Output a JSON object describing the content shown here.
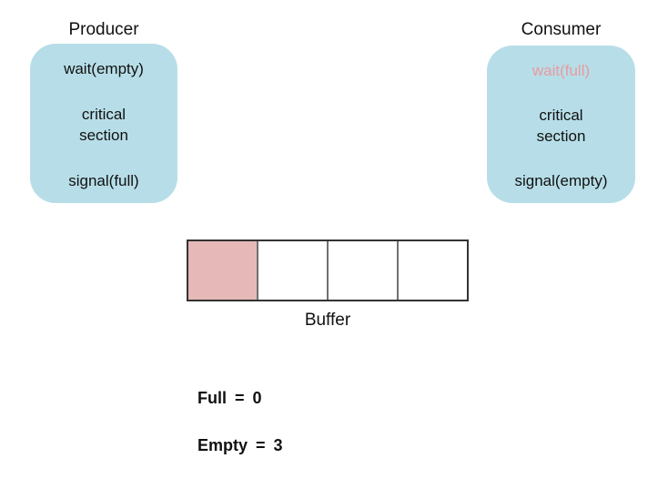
{
  "producer": {
    "title": "Producer",
    "steps": [
      {
        "label": "wait(empty)",
        "highlighted": false
      },
      {
        "label": "critical\nsection",
        "highlighted": false
      },
      {
        "label": "signal(full)",
        "highlighted": false
      }
    ]
  },
  "consumer": {
    "title": "Consumer",
    "steps": [
      {
        "label": "wait(full)",
        "highlighted": true
      },
      {
        "label": "critical\nsection",
        "highlighted": false
      },
      {
        "label": "signal(empty)",
        "highlighted": false
      }
    ]
  },
  "buffer": {
    "label": "Buffer",
    "capacity": 4,
    "cells": [
      {
        "filled": true
      },
      {
        "filled": false
      },
      {
        "filled": false
      },
      {
        "filled": false
      }
    ]
  },
  "counters": [
    {
      "name": "Full",
      "eq": "=",
      "value": "0"
    },
    {
      "name": "Empty",
      "eq": "=",
      "value": "3"
    }
  ],
  "colors": {
    "box_bg": "#b7dee8",
    "filled_cell": "#e6b9b8",
    "highlight_text": "#e89aa0",
    "buffer_border": "#333333",
    "buffer_divider": "#707070"
  }
}
